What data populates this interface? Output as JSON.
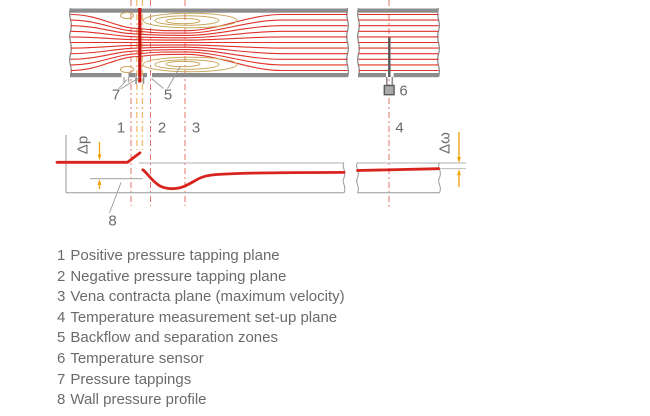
{
  "diagram": {
    "plane_labels": {
      "p1": "1",
      "p2": "2",
      "p3": "3",
      "p4": "4"
    },
    "part_labels": {
      "backflow_zones": "5",
      "temperature_sensor": "6",
      "pressure_tappings": "7",
      "wall_pressure_profile": "8"
    },
    "dimensions": {
      "differential_pressure": "Δp",
      "pressure_loss": "Δω"
    },
    "colors": {
      "streamline": "#e0312a",
      "orifice_plate": "#c41414",
      "pipe_wall": "#8c8c8c",
      "recirculation_contour": "#c9a85e",
      "plane_line": "#e4766a",
      "tap_plane_line": "#eca83f",
      "dimension_arrow": "#f2a007",
      "wall_pressure_curve": "#d8231f",
      "label_text": "#6b6b6b"
    }
  },
  "legend": {
    "items": [
      {
        "num": "1",
        "label": "Positive pressure tapping plane"
      },
      {
        "num": "2",
        "label": "Negative pressure tapping plane"
      },
      {
        "num": "3",
        "label": "Vena contracta plane (maximum velocity)"
      },
      {
        "num": "4",
        "label": "Temperature measurement set-up plane"
      },
      {
        "num": "5",
        "label": "Backflow and separation zones"
      },
      {
        "num": "6",
        "label": "Temperature sensor"
      },
      {
        "num": "7",
        "label": "Pressure tappings"
      },
      {
        "num": "8",
        "label": "Wall pressure profile"
      }
    ]
  }
}
